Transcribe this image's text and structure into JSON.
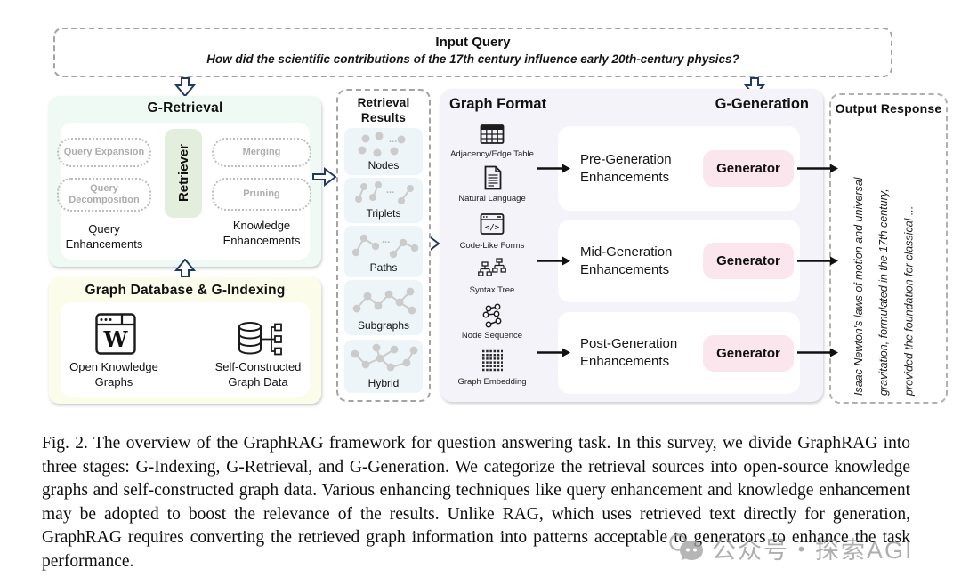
{
  "input_query": {
    "title": "Input Query",
    "text": "How did the scientific contributions of the 17th century influence early 20th-century physics?"
  },
  "g_retrieval": {
    "title": "G-Retrieval",
    "retriever_label": "Retriever",
    "query_items": [
      "Query Expansion",
      "Query Decomposition"
    ],
    "query_group_label": "Query Enhancements",
    "knowledge_items": [
      "Merging",
      "Pruning"
    ],
    "knowledge_group_label": "Knowledge Enhancements"
  },
  "g_indexing": {
    "title": "Graph Database & G-Indexing",
    "sources": [
      {
        "icon": "wikipedia-browser-icon",
        "label": "Open Knowledge Graphs"
      },
      {
        "icon": "database-graph-icon",
        "label": "Self-Constructed Graph Data"
      }
    ]
  },
  "retrieval_results": {
    "title": "Retrieval Results",
    "items": [
      {
        "icon": "nodes-icon",
        "label": "Nodes"
      },
      {
        "icon": "triplets-icon",
        "label": "Triplets"
      },
      {
        "icon": "paths-icon",
        "label": "Paths"
      },
      {
        "icon": "subgraphs-icon",
        "label": "Subgraphs"
      },
      {
        "icon": "hybrid-icon",
        "label": "Hybrid"
      }
    ]
  },
  "g_generation": {
    "graph_format_title": "Graph Format",
    "title": "G-Generation",
    "formats": [
      {
        "icon": "adjacency-table-icon",
        "label": "Adjacency/Edge Table"
      },
      {
        "icon": "document-icon",
        "label": "Natural Language"
      },
      {
        "icon": "code-window-icon",
        "label": "Code-Like Forms"
      },
      {
        "icon": "syntax-tree-icon",
        "label": "Syntax Tree"
      },
      {
        "icon": "node-sequence-icon",
        "label": "Node Sequence"
      },
      {
        "icon": "matrix-icon",
        "label": "Graph Embedding"
      }
    ],
    "stages": [
      {
        "label": "Pre-Generation Enhancements",
        "generator_label": "Generator"
      },
      {
        "label": "Mid-Generation Enhancements",
        "generator_label": "Generator"
      },
      {
        "label": "Post-Generation Enhancements",
        "generator_label": "Generator"
      }
    ]
  },
  "output_response": {
    "title": "Output Response",
    "text": "Isaac Newton's laws of motion and universal gravitation, formulated in the 17th century, provided the foundation for classical ..."
  },
  "caption": {
    "text": "Fig. 2.  The overview of the GraphRAG framework for question answering task. In this survey, we divide GraphRAG into three stages: G-Indexing, G-Retrieval, and G-Generation. We categorize the retrieval sources into open-source knowledge graphs and self-constructed graph data. Various enhancing techniques like query enhancement and knowledge enhancement may be adopted to boost the relevance of the results. Unlike RAG, which uses retrieved text directly for generation, GraphRAG requires converting the retrieved graph information into patterns acceptable to generators to enhance the task performance."
  },
  "watermark": {
    "text": "公众号・探索AGI"
  },
  "colors": {
    "retrieval_panel_bg": "#eefaf3",
    "retriever_chip_bg": "#e3efdc",
    "indexing_panel_bg": "#fcfcea",
    "generation_panel_bg": "#f4f3fa",
    "generator_chip_bg": "#fbe6ee",
    "result_item_bg": "#edf5f8",
    "flow_arrow_outline": "#203a63",
    "dashed_border": "#a3a3a3",
    "muted_chip_text": "#adadad",
    "node_gray": "#cbcbcb"
  }
}
